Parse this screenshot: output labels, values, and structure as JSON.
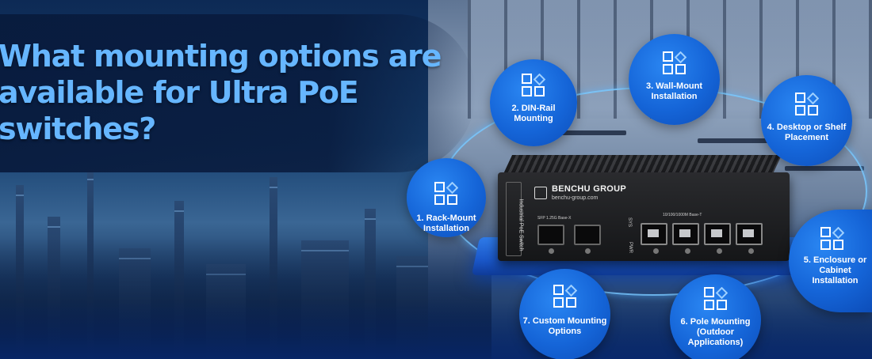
{
  "title": "What mounting options are available for Ultra PoE switches?",
  "device": {
    "brand": "BENCHU GROUP",
    "url": "benchu-group.com",
    "side_label": "Industrial PoE Switch",
    "sfp_label": "SFP 1.25G Base-X",
    "eth_label": "10/100/1000M Base-T",
    "led_sys": "SYS",
    "led_pwr": "PWR"
  },
  "options": [
    {
      "label": "1. Rack-Mount Installation",
      "icon": "grid-diamond-icon"
    },
    {
      "label": "2. DIN-Rail Mounting",
      "icon": "grid-diamond-icon"
    },
    {
      "label": "3. Wall-Mount Installation",
      "icon": "grid-diamond-icon"
    },
    {
      "label": "4. Desktop or Shelf Placement",
      "icon": "grid-diamond-icon"
    },
    {
      "label": "5. Enclosure or Cabinet Installation",
      "icon": "grid-diamond-icon"
    },
    {
      "label": "6. Pole Mounting (Outdoor Applications)",
      "icon": "grid-diamond-icon"
    },
    {
      "label": "7. Custom Mounting Options",
      "icon": "grid-diamond-icon"
    }
  ],
  "colors": {
    "accent": "#66b6ff",
    "bubble": "#1565d8",
    "ring": "#78c8ff"
  }
}
